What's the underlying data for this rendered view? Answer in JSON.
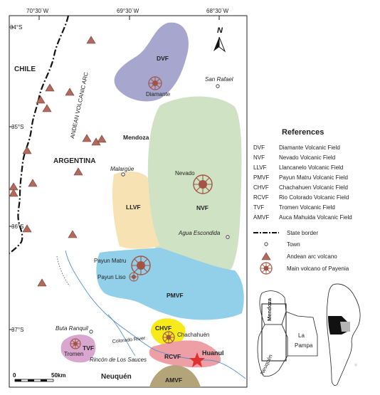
{
  "coords": {
    "longitudes": [
      "70°30´W",
      "69°30´W",
      "68°30´W"
    ],
    "latitudes": [
      "34°S",
      "35°S",
      "36°S",
      "37°S"
    ]
  },
  "north_arrow": "N",
  "regions": {
    "chile": "CHILE",
    "argentina": "ARGENTINA",
    "mendoza": "Mendoza",
    "neuquen": "Neuquén",
    "arc": "ANDEAN VOLCANIC ARC"
  },
  "fields": {
    "dvf": "DVF",
    "nvf": "NVF",
    "llvf": "LLVF",
    "pmvf": "PMVF",
    "chvf": "CHVF",
    "rcvf": "RCVF",
    "tvf": "TVF",
    "amvf": "AMVF"
  },
  "places": {
    "diamante": "Diamante",
    "san_rafael": "San Rafael",
    "malargue": "Malargüe",
    "nevado": "Nevado",
    "agua_escondida": "Agua Escondida",
    "payun_matru": "Payun Matru",
    "payun_liso": "Payun Liso",
    "buta_ranquil": "Buta Ranquil",
    "colorado_river": "Colorado River",
    "chachahuen": "Chachahuén",
    "huanul": "Huanul",
    "tromen": "Tromen",
    "rincon": "Rincón de Los Sauces"
  },
  "scale": {
    "zero": "0",
    "end": "50km"
  },
  "references": {
    "title": "References",
    "items": [
      {
        "abbr": "DVF",
        "name": "Diamante Volcanic Field"
      },
      {
        "abbr": "NVF",
        "name": "Nevado Volcanic Field"
      },
      {
        "abbr": "LLVF",
        "name": "Llancanelo Volcanic Field"
      },
      {
        "abbr": "PMVF",
        "name": "Payun Matru Volcanic Field"
      },
      {
        "abbr": "CHVF",
        "name": "Chachahuen Volcanic Field"
      },
      {
        "abbr": "RCVF",
        "name": "Rio Colorado Volcanic Field"
      },
      {
        "abbr": "TVF",
        "name": "Tromen Volcanic Field"
      },
      {
        "abbr": "AMVF",
        "name": "Auca Mahuida Volcanic Field"
      }
    ],
    "symbols": [
      {
        "name": "State border"
      },
      {
        "name": "Town"
      },
      {
        "name": "Andean arc volcano"
      },
      {
        "name": "Main volcano of Payenia"
      }
    ]
  },
  "inset": {
    "mendoza": "Mendoza",
    "la_pampa_1": "La",
    "la_pampa_2": "Pampa",
    "neuquen": "Neuquén"
  },
  "colors": {
    "dvf": "#a7a6cf",
    "nvf": "#cfe2c4",
    "llvf": "#f6e2b3",
    "pmvf": "#92cfe8",
    "chvf": "#f6ea1a",
    "rcvf": "#ee9fa6",
    "tvf": "#d8a6ce",
    "amvf": "#b3a47a",
    "volcano": "#b36a5b",
    "huanul_star": "#e03030"
  }
}
